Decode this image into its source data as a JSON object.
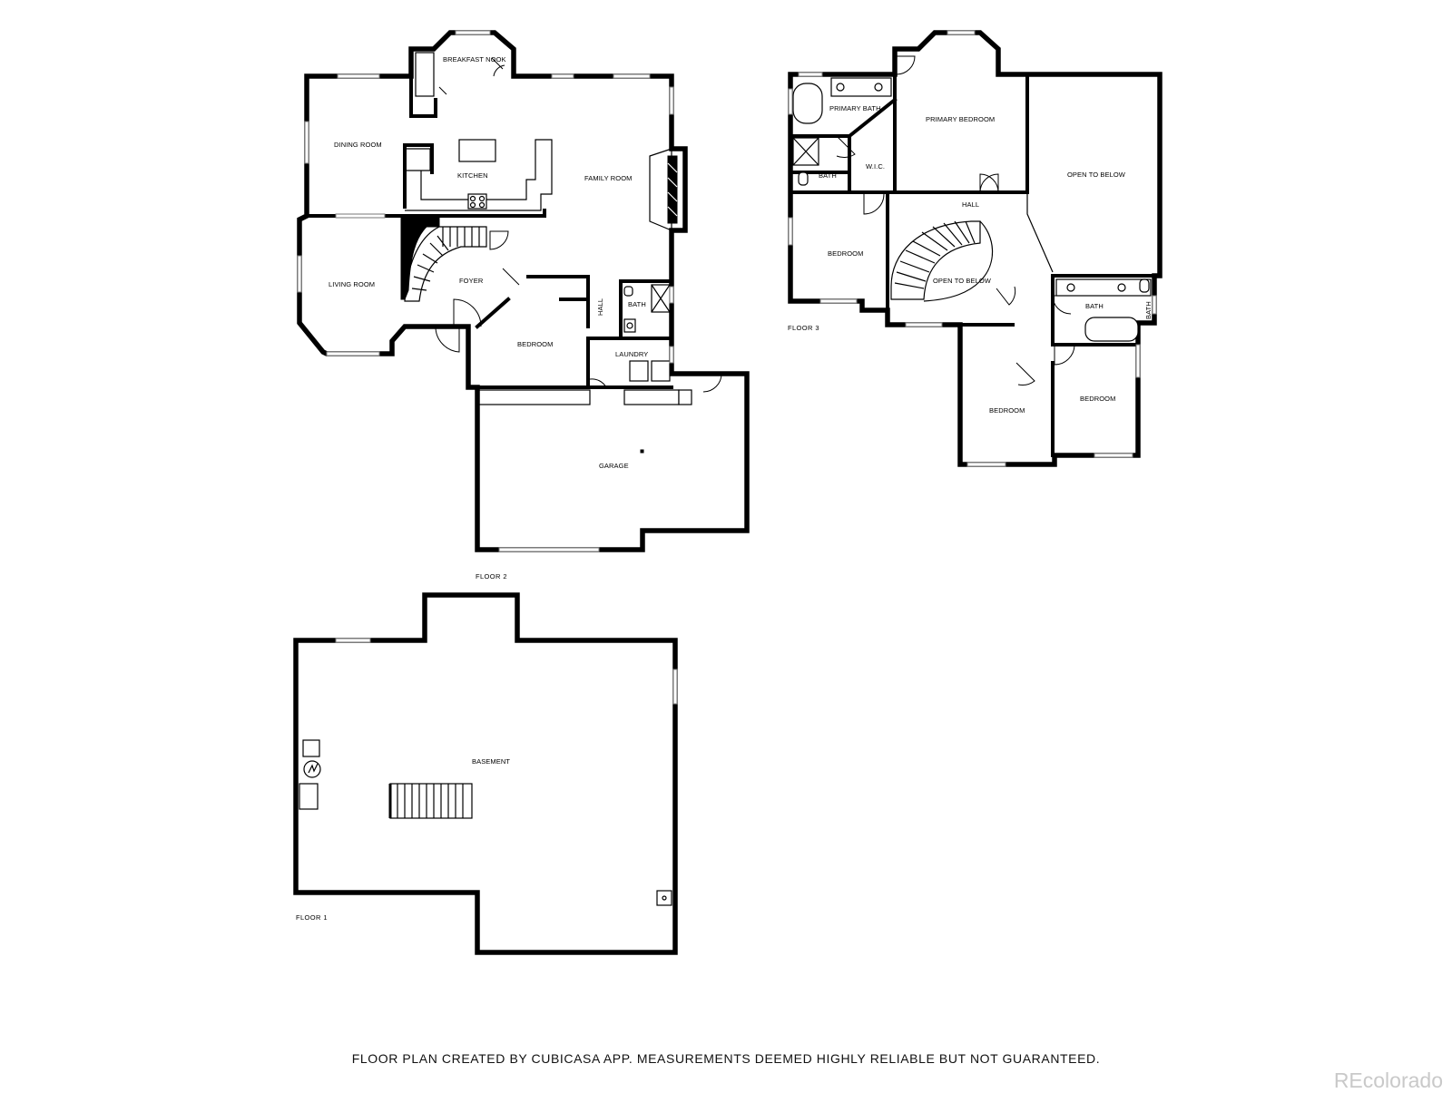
{
  "floors": [
    {
      "label": "FLOOR 2",
      "rooms": [
        "BREAKFAST NOOK",
        "DINING ROOM",
        "KITCHEN",
        "FAMILY ROOM",
        "LIVING ROOM",
        "FOYER",
        "HALL",
        "BATH",
        "BEDROOM",
        "LAUNDRY",
        "GARAGE"
      ]
    },
    {
      "label": "FLOOR 3",
      "rooms": [
        "PRIMARY BATH",
        "PRIMARY BEDROOM",
        "W.I.C.",
        "BATH",
        "OPEN TO BELOW",
        "HALL",
        "BEDROOM",
        "OPEN TO BELOW",
        "BATH",
        "BATH",
        "BEDROOM",
        "BEDROOM"
      ]
    },
    {
      "label": "FLOOR 1",
      "rooms": [
        "BASEMENT"
      ]
    }
  ],
  "disclaimer": "FLOOR PLAN CREATED BY CUBICASA APP. MEASUREMENTS DEEMED HIGHLY RELIABLE BUT NOT GUARANTEED.",
  "watermark": "REcolorado",
  "colors": {
    "wall": "#000000",
    "background": "#ffffff",
    "watermark": "#c9c9c9"
  }
}
